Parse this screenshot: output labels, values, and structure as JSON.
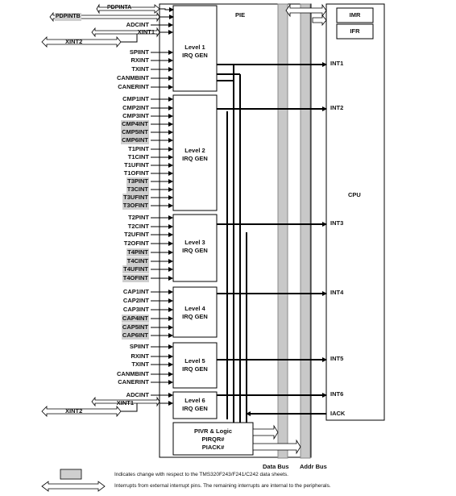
{
  "pie_label": "PIE",
  "cpu": {
    "label": "CPU",
    "imr": "IMR",
    "ifr": "IFR"
  },
  "buses": {
    "data": "Data Bus",
    "addr": "Addr Bus"
  },
  "external_pins": {
    "pdpinta": "PDPINTA",
    "pdpintb": "PDPINTB",
    "xint2_top": "XINT2",
    "xint2_bottom": "XINT2"
  },
  "blocks": [
    {
      "title": "Level 1",
      "subtitle": "IRQ GEN",
      "output": "INT1",
      "inputs": [
        {
          "label": "PDPINTA",
          "changed": false
        },
        {
          "label": "ADCINT",
          "changed": false
        },
        {
          "label": "XINT1",
          "changed": false
        },
        {
          "label": "XINT2",
          "changed": false
        },
        {
          "label": "SPIINT",
          "changed": false
        },
        {
          "label": "RXINT",
          "changed": false
        },
        {
          "label": "TXINT",
          "changed": false
        },
        {
          "label": "CANMBINT",
          "changed": false
        },
        {
          "label": "CANERINT",
          "changed": false
        }
      ]
    },
    {
      "title": "Level 2",
      "subtitle": "IRQ GEN",
      "output": "INT2",
      "inputs": [
        {
          "label": "CMP1INT",
          "changed": false
        },
        {
          "label": "CMP2INT",
          "changed": false
        },
        {
          "label": "CMP3INT",
          "changed": false
        },
        {
          "label": "CMP4INT",
          "changed": true
        },
        {
          "label": "CMP5INT",
          "changed": true
        },
        {
          "label": "CMP6INT",
          "changed": true
        },
        {
          "label": "T1PINT",
          "changed": false
        },
        {
          "label": "T1CINT",
          "changed": false
        },
        {
          "label": "T1UFINT",
          "changed": false
        },
        {
          "label": "T1OFINT",
          "changed": false
        },
        {
          "label": "T3PINT",
          "changed": true
        },
        {
          "label": "T3CINT",
          "changed": true
        },
        {
          "label": "T3UFINT",
          "changed": true
        },
        {
          "label": "T3OFINT",
          "changed": true
        }
      ]
    },
    {
      "title": "Level 3",
      "subtitle": "IRQ GEN",
      "output": "INT3",
      "inputs": [
        {
          "label": "T2PINT",
          "changed": false
        },
        {
          "label": "T2CINT",
          "changed": false
        },
        {
          "label": "T2UFINT",
          "changed": false
        },
        {
          "label": "T2OFINT",
          "changed": false
        },
        {
          "label": "T4PINT",
          "changed": true
        },
        {
          "label": "T4CINT",
          "changed": true
        },
        {
          "label": "T4UFINT",
          "changed": true
        },
        {
          "label": "T4OFINT",
          "changed": true
        }
      ]
    },
    {
      "title": "Level 4",
      "subtitle": "IRQ GEN",
      "output": "INT4",
      "inputs": [
        {
          "label": "CAP1INT",
          "changed": false
        },
        {
          "label": "CAP2INT",
          "changed": false
        },
        {
          "label": "CAP3INT",
          "changed": false
        },
        {
          "label": "CAP4INT",
          "changed": true
        },
        {
          "label": "CAP5INT",
          "changed": true
        },
        {
          "label": "CAP6INT",
          "changed": true
        }
      ]
    },
    {
      "title": "Level 5",
      "subtitle": "IRQ GEN",
      "output": "INT5",
      "inputs": [
        {
          "label": "SPIINT",
          "changed": false
        },
        {
          "label": "RXINT",
          "changed": false
        },
        {
          "label": "TXINT",
          "changed": false
        },
        {
          "label": "CANMBINT",
          "changed": false
        },
        {
          "label": "CANERINT",
          "changed": false
        }
      ]
    },
    {
      "title": "Level 6",
      "subtitle": "IRQ GEN",
      "output": "INT6",
      "inputs": [
        {
          "label": "ADCINT",
          "changed": false
        },
        {
          "label": "XINT1",
          "changed": false
        }
      ]
    }
  ],
  "pivr": {
    "line1": "PIVR & Logic",
    "line2": "PIRQR#",
    "line3": "PIACK#"
  },
  "iack": "IACK",
  "legend": {
    "changed_text": "Indicates change with respect to the TMS320F243/F241/C242 data sheets.",
    "external_text": "Interrupts from external interrupt pins. The remaining interrupts are internal to the peripherals."
  },
  "colors": {
    "highlight": "#cfcfcf",
    "bus": "#c8c8c8",
    "line": "#000000"
  }
}
